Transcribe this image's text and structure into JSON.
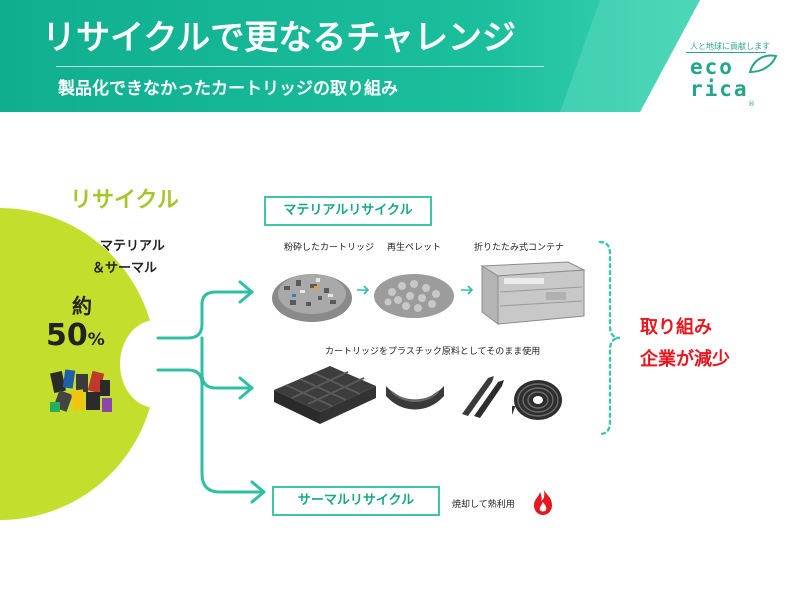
{
  "header": {
    "title": "リサイクルで更なるチャレンジ",
    "subtitle": "製品化できなかったカートリッジの取り組み"
  },
  "brand": {
    "tagline": "人と地球に貢献します",
    "line1": "eco",
    "line2": "rica",
    "registered": "®"
  },
  "recycle": {
    "title": "リサイクル",
    "category_line1": "マテリアル",
    "category_line2": "＆サーマル",
    "about": "約",
    "percent_value": "50",
    "percent_unit": "%"
  },
  "material": {
    "label": "マテリアルリサイクル",
    "steps": [
      "粉砕したカートリッジ",
      "再生ペレット",
      "折りたたみ式コンテナ"
    ],
    "direct_use_caption": "カートリッジをプラスチック原料としてそのまま使用"
  },
  "thermal": {
    "label": "サーマルリサイクル",
    "caption": "焼却して熱利用"
  },
  "result": {
    "line1": "取り組み",
    "line2": "企業が減少"
  },
  "colors": {
    "teal": "#15b292",
    "lime": "#c4de2d",
    "red": "#e5171f"
  }
}
